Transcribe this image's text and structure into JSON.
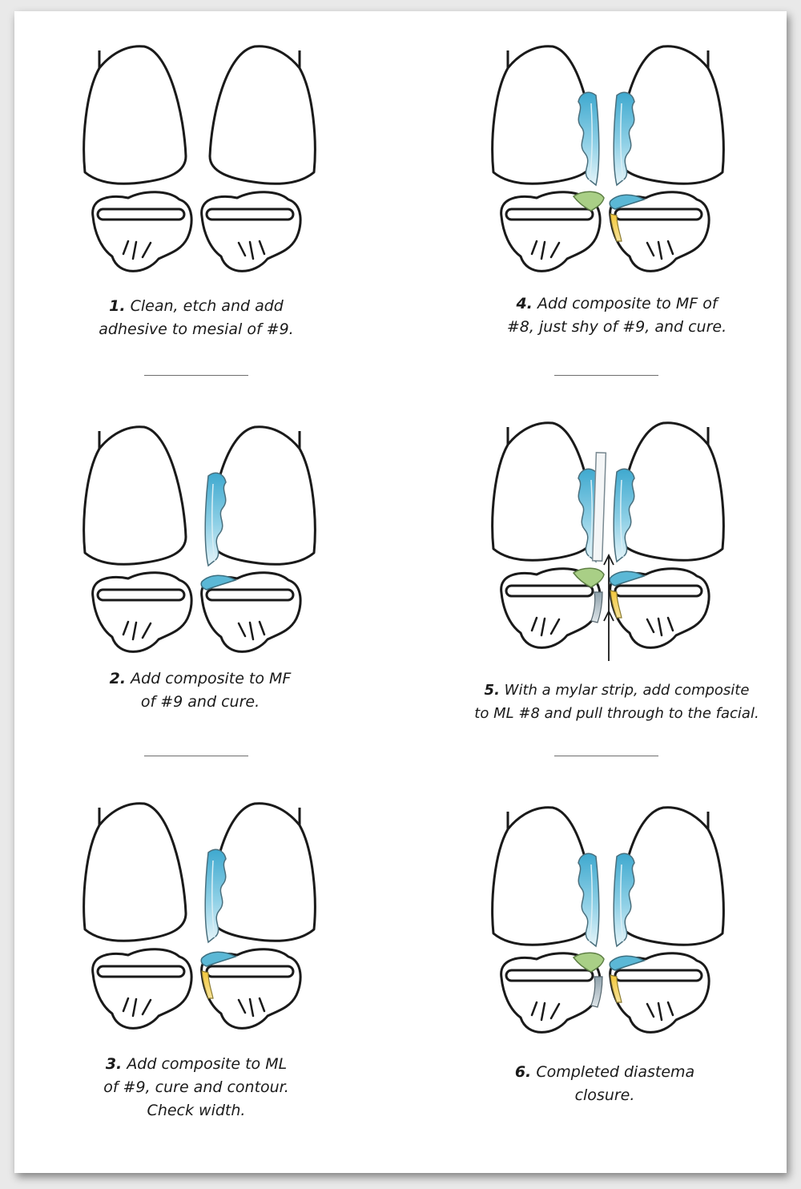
{
  "steps": [
    {
      "num": "1.",
      "lines": [
        "Clean, etch and add",
        "adhesive to mesial of #9."
      ]
    },
    {
      "num": "2.",
      "lines": [
        "Add composite to MF",
        "of #9 and cure."
      ]
    },
    {
      "num": "3.",
      "lines": [
        "Add composite to ML",
        "of #9, cure and contour.",
        "Check width."
      ]
    },
    {
      "num": "4.",
      "lines": [
        "Add composite to MF of",
        "#8, just shy of #9, and cure."
      ]
    },
    {
      "num": "5.",
      "lines": [
        "With a mylar strip, add composite",
        "to ML #8 and pull through to the facial."
      ]
    },
    {
      "num": "6.",
      "lines": [
        "Completed diastema",
        "closure."
      ]
    }
  ],
  "colors": {
    "outline": "#1a1a1a",
    "composite_blue": "#4fb3d3",
    "lingual_green": "#a9cf86",
    "lingual_yellow": "#f2c230",
    "mylar_gray": "#9aa7ae"
  }
}
